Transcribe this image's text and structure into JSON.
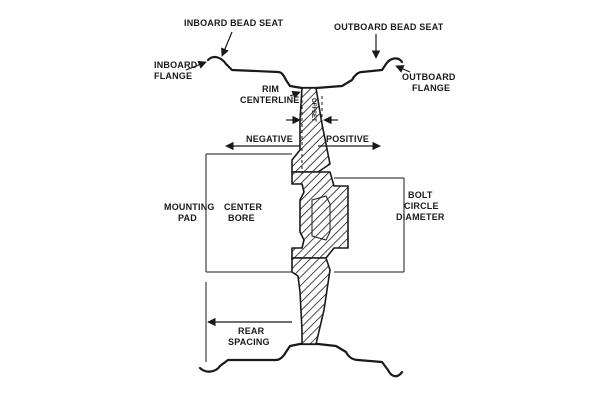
{
  "labels": {
    "inboard_bead_seat": "INBOARD BEAD SEAT",
    "outboard_bead_seat": "OUTBOARD BEAD SEAT",
    "inboard_flange_1": "INBOARD",
    "inboard_flange_2": "FLANGE",
    "outboard_flange_1": "OUTBOARD",
    "outboard_flange_2": "FLANGE",
    "rim_centerline_1": "RIM",
    "rim_centerline_2": "CENTERLINE",
    "offset": "OFFSET",
    "negative": "NEGATIVE",
    "positive": "POSITIVE",
    "mounting_pad_1": "MOUNTING",
    "mounting_pad_2": "PAD",
    "center_bore_1": "CENTER",
    "center_bore_2": "BORE",
    "bolt_circle_1": "BOLT",
    "bolt_circle_2": "CIRCLE",
    "bolt_circle_3": "DIAMETER",
    "rear_spacing_1": "REAR",
    "rear_spacing_2": "SPACING"
  }
}
